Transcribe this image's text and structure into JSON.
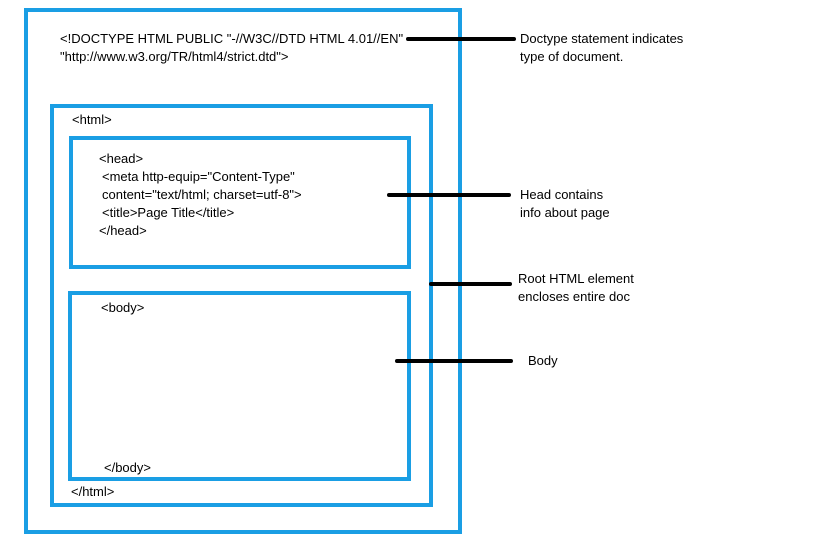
{
  "code": {
    "doctype_line1": "<!DOCTYPE HTML PUBLIC \"-//W3C//DTD HTML 4.01//EN\"",
    "doctype_line2": "\"http://www.w3.org/TR/html4/strict.dtd\">",
    "html_open": "<html>",
    "head_open": "<head>",
    "meta_line1": "<meta http-equip=\"Content-Type\"",
    "meta_line2": "content=\"text/html; charset=utf-8\">",
    "title_line": "<title>Page Title</title>",
    "head_close": "</head>",
    "body_open": "<body>",
    "body_close": "</body>",
    "html_close": "</html>"
  },
  "annotations": {
    "doctype": [
      "Doctype statement indicates",
      "type of document."
    ],
    "head": [
      "Head contains",
      "info about page"
    ],
    "root": [
      "Root HTML element",
      "encloses entire doc"
    ],
    "body": [
      "Body"
    ]
  },
  "colors": {
    "box_border": "#1a9ee4",
    "connector": "#000000"
  }
}
